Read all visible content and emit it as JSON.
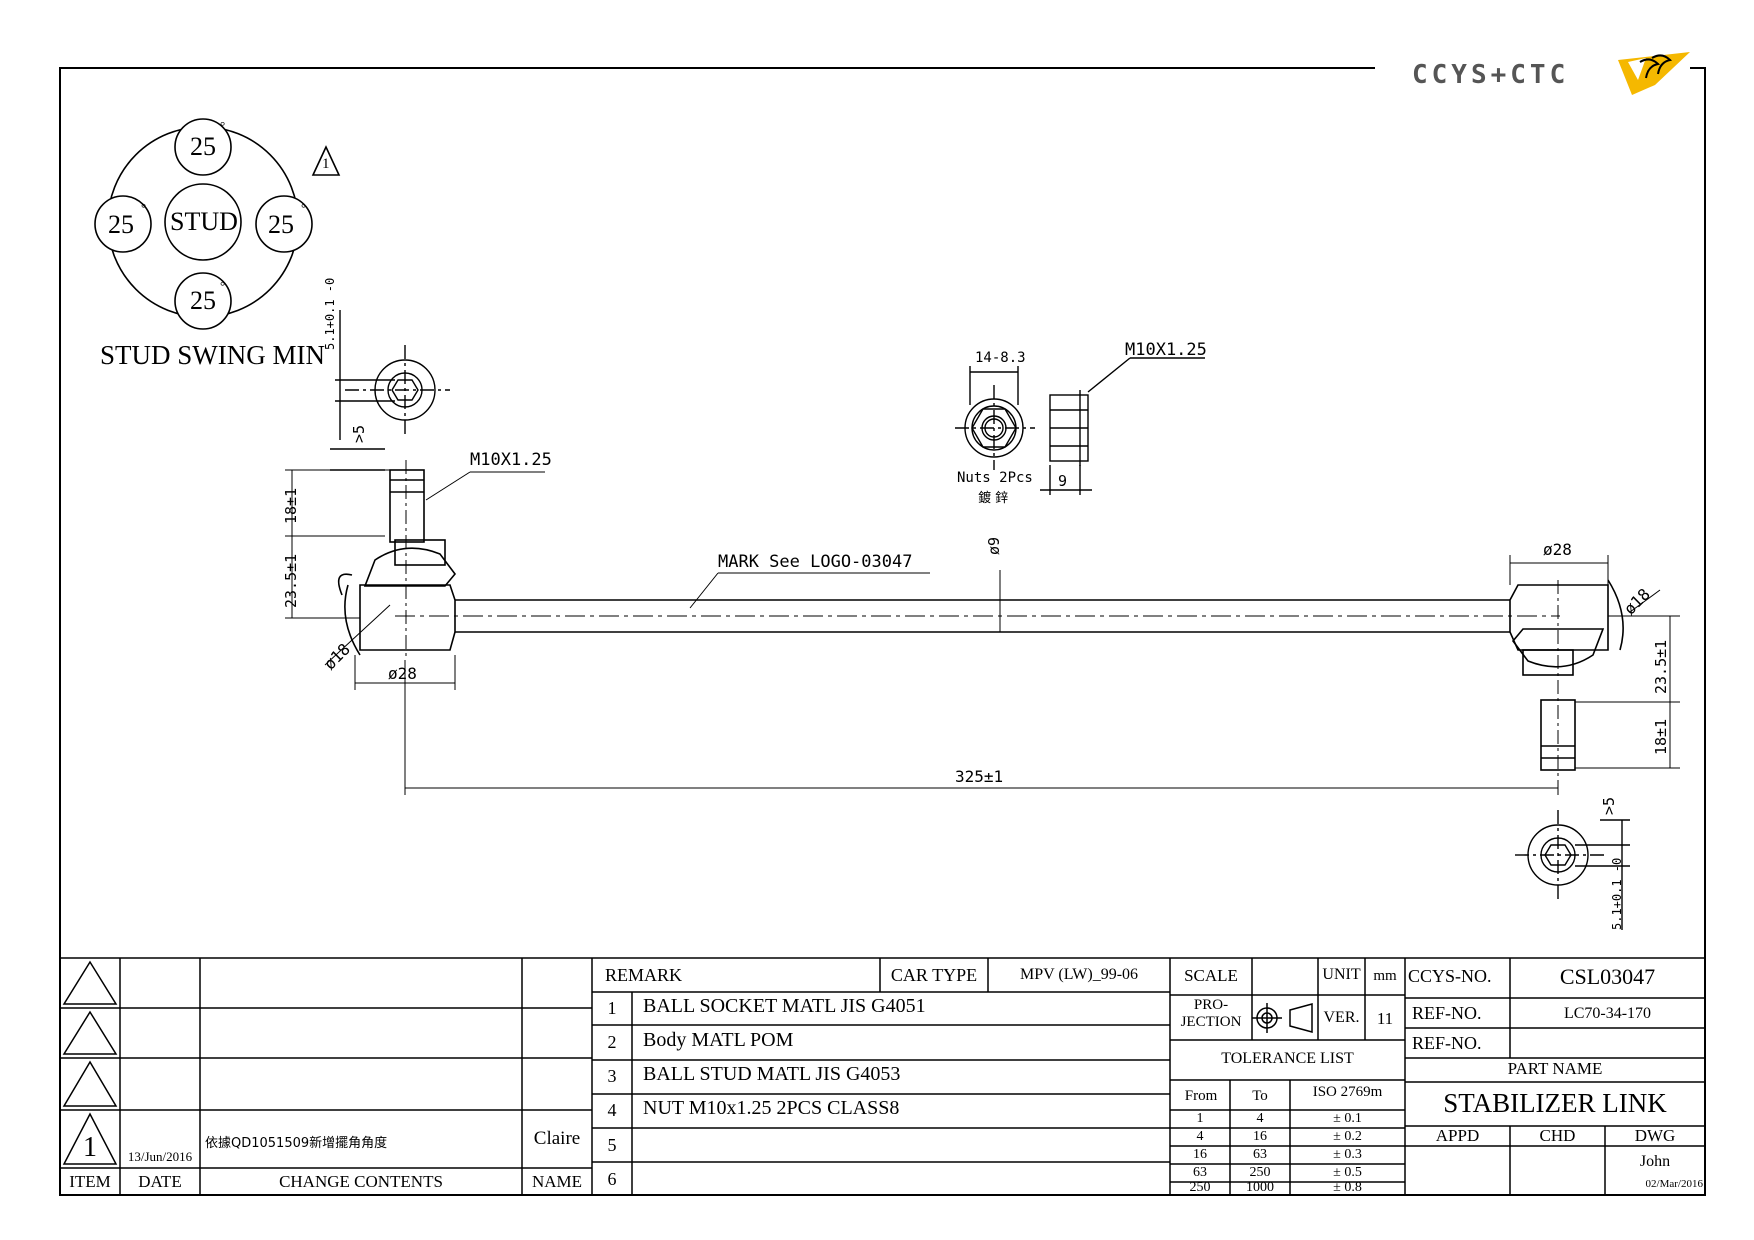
{
  "logo": {
    "text": "CCYS+CTC"
  },
  "swing": {
    "top": "25",
    "left": "25",
    "right": "25",
    "bottom": "25",
    "deg_mark": "°",
    "center": "STUD",
    "caption": "STUD SWING MIN",
    "rev_mark": "1"
  },
  "dims": {
    "m10_left": "M10X1.25",
    "m10_nut": "M10X1.25",
    "nut_width": "14-8.3",
    "nut_height": "9",
    "nuts_note": "Nuts 2Pcs",
    "nuts_note2": "鍍 鋅",
    "mark_note": "MARK See LOGO-03047",
    "rod_dia": "ø9",
    "dia28_left": "ø28",
    "dia28_right": "ø28",
    "dia18_left": "ø18",
    "dia18_right": "ø18",
    "h18_left": "18±1",
    "h235_left": "23.5±1",
    "h18_right": "18±1",
    "h235_right": "23.5±1",
    "gt5_left": ">5",
    "gt5_right": ">5",
    "d51_left": "5.1+0.1 -0",
    "d51_right": "5.1+0.1 -0",
    "length": "325±1"
  },
  "revisions": {
    "rows": [
      {
        "item": "",
        "date": "",
        "content": "",
        "name": ""
      },
      {
        "item": "",
        "date": "",
        "content": "",
        "name": ""
      },
      {
        "item": "",
        "date": "",
        "content": "",
        "name": ""
      },
      {
        "item": "1",
        "date": "13/Jun/2016",
        "content": "依據QD1051509新增擺角角度",
        "name": "Claire"
      }
    ],
    "headers": {
      "item": "ITEM",
      "date": "DATE",
      "content": "CHANGE CONTENTS",
      "name": "NAME"
    }
  },
  "remarks": {
    "header": "REMARK",
    "car_type_label": "CAR TYPE",
    "car_type": "MPV (LW)_99-06",
    "rows": [
      {
        "no": "1",
        "text": "BALL SOCKET MATL JIS G4051"
      },
      {
        "no": "2",
        "text": "Body MATL POM"
      },
      {
        "no": "3",
        "text": "BALL STUD MATL JIS G4053"
      },
      {
        "no": "4",
        "text": "NUT M10x1.25 2PCS CLASS8"
      },
      {
        "no": "5",
        "text": ""
      },
      {
        "no": "6",
        "text": ""
      }
    ]
  },
  "title_block": {
    "scale_label": "SCALE",
    "scale": "",
    "unit_label": "UNIT",
    "unit": "mm",
    "projection_label_1": "PRO-",
    "projection_label_2": "JECTION",
    "ver_label": "VER.",
    "ver": "11",
    "tolerance_title": "TOLERANCE LIST",
    "tol_headers": {
      "from": "From",
      "to": "To",
      "iso": "ISO 2769m"
    },
    "tolerances": [
      {
        "from": "1",
        "to": "4",
        "tol": "± 0.1"
      },
      {
        "from": "4",
        "to": "16",
        "tol": "± 0.2"
      },
      {
        "from": "16",
        "to": "63",
        "tol": "± 0.3"
      },
      {
        "from": "63",
        "to": "250",
        "tol": "± 0.5"
      },
      {
        "from": "250",
        "to": "1000",
        "tol": "± 0.8"
      }
    ],
    "ccys_no_label": "CCYS-NO.",
    "ccys_no": "CSL03047",
    "ref_no_label_1": "REF-NO.",
    "ref_no_1": "LC70-34-170",
    "ref_no_label_2": "REF-NO.",
    "ref_no_2": "",
    "part_name_label": "PART NAME",
    "part_name": "STABILIZER LINK",
    "appd_label": "APPD",
    "chd_label": "CHD",
    "dwg_label": "DWG",
    "appd": "",
    "chd": "",
    "dwg": "John",
    "dwg_date": "02/Mar/2016"
  }
}
